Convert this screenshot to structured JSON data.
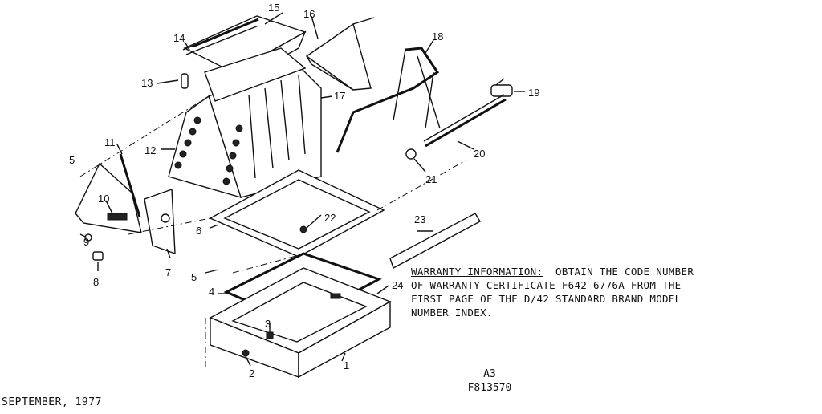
{
  "parts": {
    "p1": "1",
    "p2": "2",
    "p3": "3",
    "p4": "4",
    "p5a": "5",
    "p5b": "5",
    "p6": "6",
    "p7": "7",
    "p8": "8",
    "p9": "9",
    "p10": "10",
    "p11": "11",
    "p12": "12",
    "p13": "13",
    "p14": "14",
    "p15": "15",
    "p16": "16",
    "p17": "17",
    "p18": "18",
    "p19": "19",
    "p20": "20",
    "p21": "21",
    "p22": "22",
    "p23": "23",
    "p24": "24"
  },
  "warranty": {
    "heading": "WARRANTY INFORMATION:",
    "line1_rest": "  OBTAIN THE CODE NUMBER",
    "line2": "OF WARRANTY CERTIFICATE F642-6776A FROM THE",
    "line3": "FIRST PAGE OF THE D/42 STANDARD BRAND MODEL",
    "line4": "NUMBER INDEX."
  },
  "plate": {
    "page": "A3",
    "code": "F813570"
  },
  "date": "SEPTEMBER, 1977"
}
